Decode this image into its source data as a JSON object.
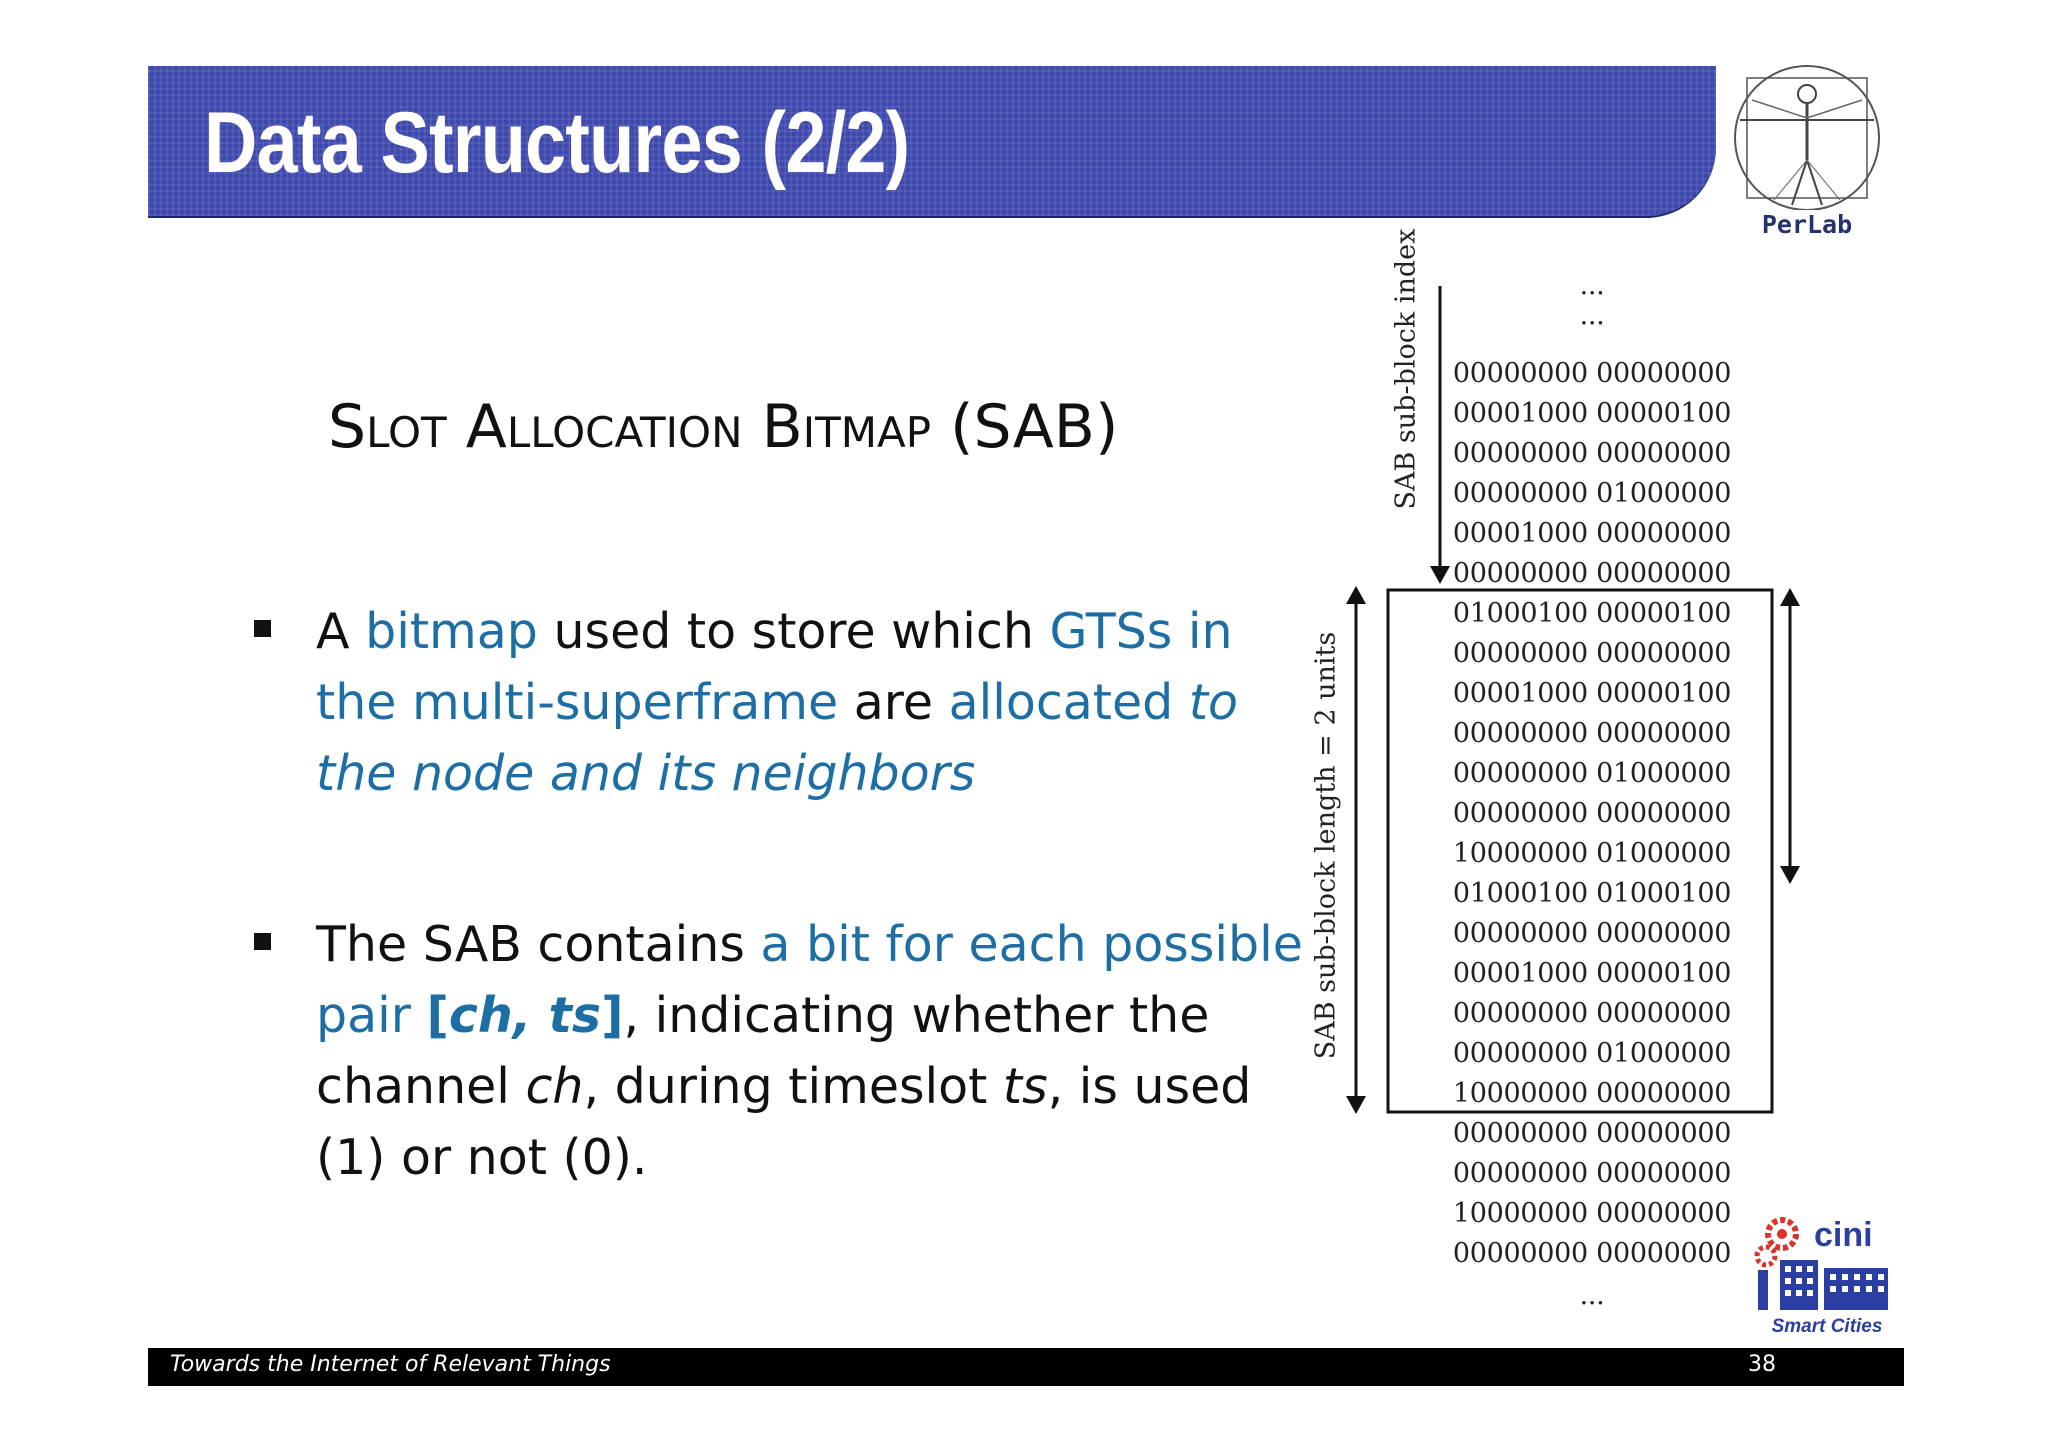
{
  "slide": {
    "title": "Data Structures (2/2)",
    "subtitle": "Slot Allocation Bitmap (SAB)",
    "page_number": "38",
    "footer_text": "Towards the Internet of Relevant Things"
  },
  "logos": {
    "perlab_label": "PerLab",
    "cini_label": "Smart Cities"
  },
  "bullets": [
    {
      "parts": [
        "A ",
        "bitmap",
        " used to store which ",
        "GTSs in the multi-superframe",
        " are ",
        "allocated ",
        "to the node and its neighbors"
      ]
    },
    {
      "parts": [
        "The SAB contains ",
        "a bit for each possible pair ",
        "[",
        "ch, ts",
        "]",
        ", indicating whether the channel ",
        "ch",
        ", during timeslot ",
        "ts",
        ", is used (1) or not (0)."
      ]
    }
  ],
  "figure": {
    "ellipsis": "...",
    "rows": [
      "00000000 00000000",
      "00001000 00000100",
      "00000000 00000000",
      "00000000 01000000",
      "00001000 00000000",
      "00000000 00000000",
      "01000100 00000100",
      "00000000 00000000",
      "00001000 00000100",
      "00000000 00000000",
      "00000000 01000000",
      "00000000 00000000",
      "10000000 01000000",
      "01000100 01000100",
      "00000000 00000000",
      "00001000 00000100",
      "00000000 00000000",
      "00000000 01000000",
      "10000000 00000000",
      "00000000 00000000",
      "00000000 00000000",
      "10000000 00000000",
      "00000000 00000000"
    ],
    "index_label": "SAB sub-block index",
    "length_label": "SAB sub-block length = 2 units"
  },
  "colors": {
    "banner": "#3f49ad",
    "highlight": "#1c6ea4",
    "footer": "#000000"
  }
}
